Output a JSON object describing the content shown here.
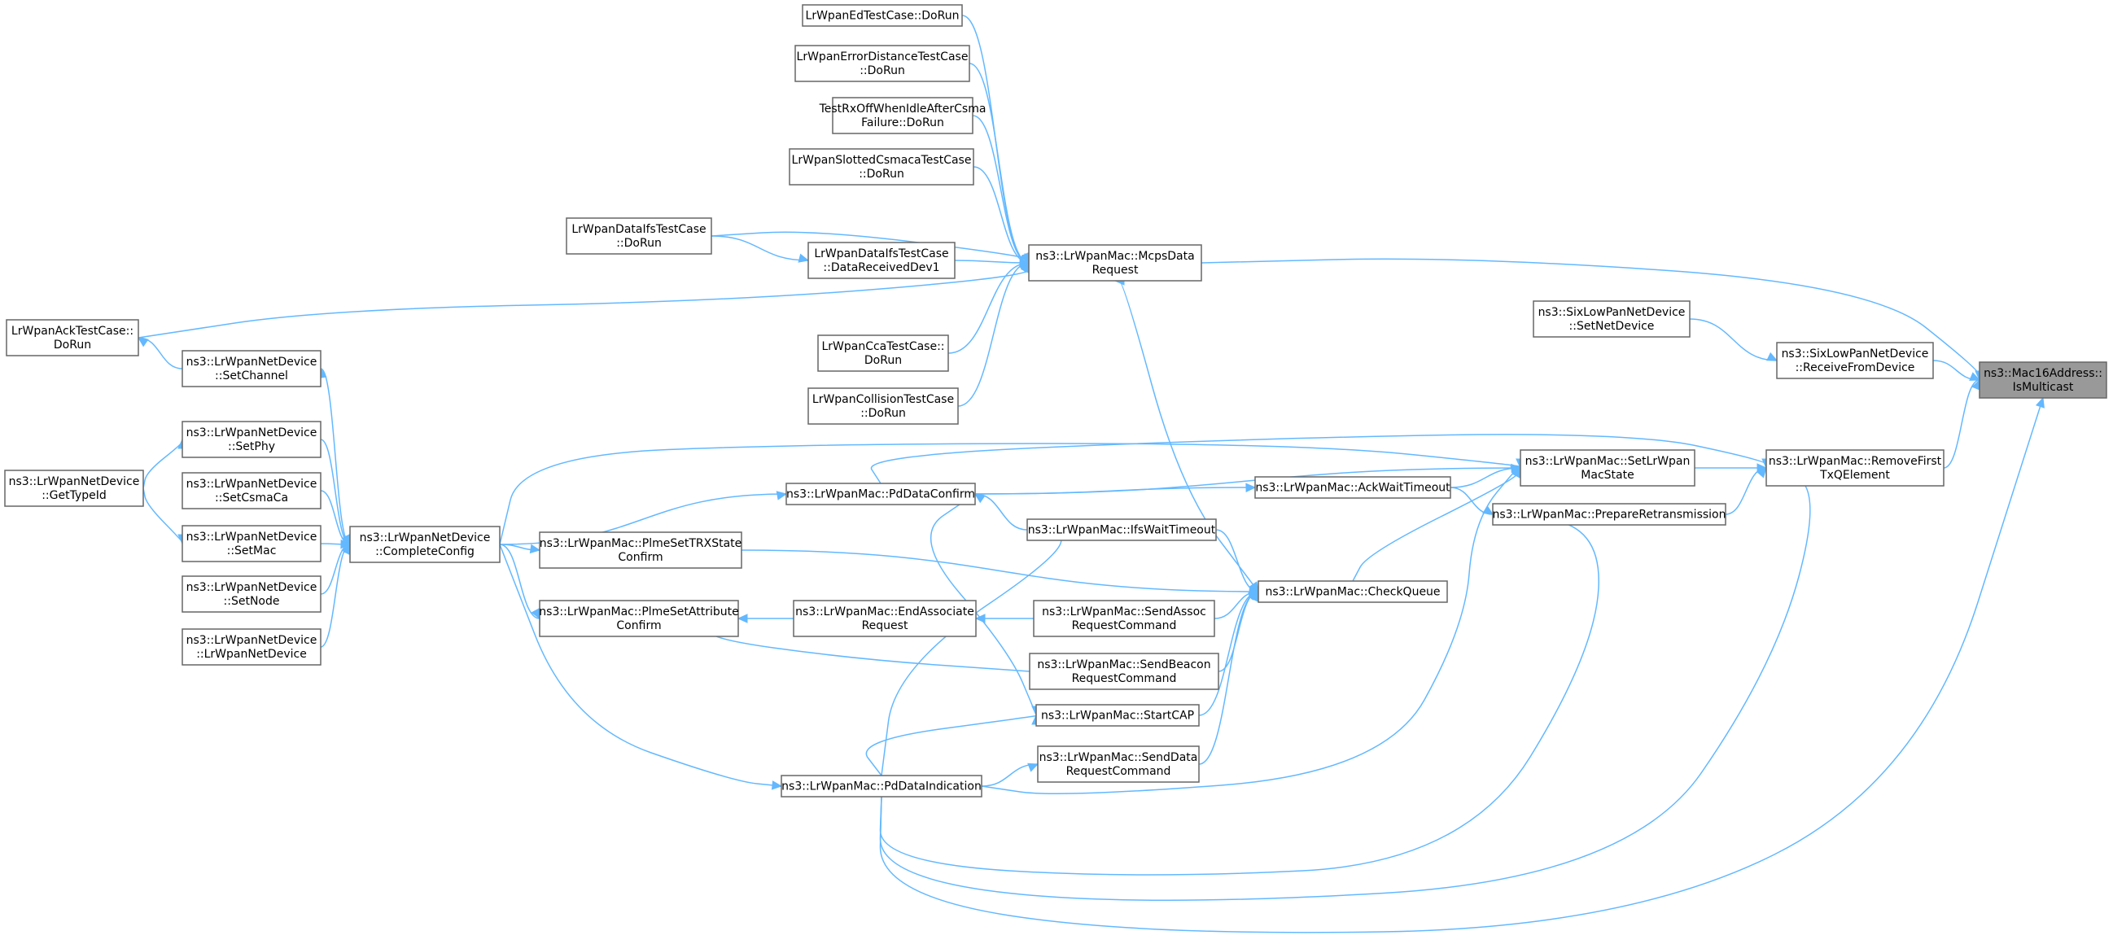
{
  "diagram": {
    "nodes": [
      {
        "id": "ismulticast",
        "lines": [
          "ns3::Mac16Address::",
          "IsMulticast"
        ],
        "highlight": true
      },
      {
        "id": "mcpsdatarequest",
        "lines": [
          "ns3::LrWpanMac::McpsData",
          "Request"
        ]
      },
      {
        "id": "receivefromdevice",
        "lines": [
          "ns3::SixLowPanNetDevice",
          "::ReceiveFromDevice"
        ]
      },
      {
        "id": "removefirst",
        "lines": [
          "ns3::LrWpanMac::RemoveFirst",
          "TxQElement"
        ]
      },
      {
        "id": "pddataindication",
        "lines": [
          "ns3::LrWpanMac::PdDataIndication"
        ]
      },
      {
        "id": "edtest",
        "lines": [
          "LrWpanEdTestCase::DoRun"
        ]
      },
      {
        "id": "errdist",
        "lines": [
          "LrWpanErrorDistanceTestCase",
          "::DoRun"
        ]
      },
      {
        "id": "rxoff",
        "lines": [
          "TestRxOffWhenIdleAfterCsma",
          "Failure::DoRun"
        ]
      },
      {
        "id": "slotted",
        "lines": [
          "LrWpanSlottedCsmacaTestCase",
          "::DoRun"
        ]
      },
      {
        "id": "dataifsrun",
        "lines": [
          "LrWpanDataIfsTestCase",
          "::DoRun"
        ]
      },
      {
        "id": "datarecv",
        "lines": [
          "LrWpanDataIfsTestCase",
          "::DataReceivedDev1"
        ]
      },
      {
        "id": "acktest",
        "lines": [
          "LrWpanAckTestCase::",
          "DoRun"
        ]
      },
      {
        "id": "ccatest",
        "lines": [
          "LrWpanCcaTestCase::",
          "DoRun"
        ]
      },
      {
        "id": "collision",
        "lines": [
          "LrWpanCollisionTestCase",
          "::DoRun"
        ]
      },
      {
        "id": "checkqueue",
        "lines": [
          "ns3::LrWpanMac::CheckQueue"
        ]
      },
      {
        "id": "setnetdevice",
        "lines": [
          "ns3::SixLowPanNetDevice",
          "::SetNetDevice"
        ]
      },
      {
        "id": "setlrwpanstate",
        "lines": [
          "ns3::LrWpanMac::SetLrWpan",
          "MacState"
        ]
      },
      {
        "id": "prepareretx",
        "lines": [
          "ns3::LrWpanMac::PrepareRetransmission"
        ]
      },
      {
        "id": "setchannel",
        "lines": [
          "ns3::LrWpanNetDevice",
          "::SetChannel"
        ]
      },
      {
        "id": "completeconfig",
        "lines": [
          "ns3::LrWpanNetDevice",
          "::CompleteConfig"
        ]
      },
      {
        "id": "setphy",
        "lines": [
          "ns3::LrWpanNetDevice",
          "::SetPhy"
        ]
      },
      {
        "id": "gettypeid",
        "lines": [
          "ns3::LrWpanNetDevice",
          "::GetTypeId"
        ]
      },
      {
        "id": "setcsmaca",
        "lines": [
          "ns3::LrWpanNetDevice",
          "::SetCsmaCa"
        ]
      },
      {
        "id": "setmac",
        "lines": [
          "ns3::LrWpanNetDevice",
          "::SetMac"
        ]
      },
      {
        "id": "setnode",
        "lines": [
          "ns3::LrWpanNetDevice",
          "::SetNode"
        ]
      },
      {
        "id": "lrwpannetdevice",
        "lines": [
          "ns3::LrWpanNetDevice",
          "::LrWpanNetDevice"
        ]
      },
      {
        "id": "pddataconfirm",
        "lines": [
          "ns3::LrWpanMac::PdDataConfirm"
        ]
      },
      {
        "id": "ackwaittimeout",
        "lines": [
          "ns3::LrWpanMac::AckWaitTimeout"
        ]
      },
      {
        "id": "ifswaittimeout",
        "lines": [
          "ns3::LrWpanMac::IfsWaitTimeout"
        ]
      },
      {
        "id": "plmesettrx",
        "lines": [
          "ns3::LrWpanMac::PlmeSetTRXState",
          "Confirm"
        ]
      },
      {
        "id": "plmesetattr",
        "lines": [
          "ns3::LrWpanMac::PlmeSetAttribute",
          "Confirm"
        ]
      },
      {
        "id": "endassoc",
        "lines": [
          "ns3::LrWpanMac::EndAssociate",
          "Request"
        ]
      },
      {
        "id": "sendassoc",
        "lines": [
          "ns3::LrWpanMac::SendAssoc",
          "RequestCommand"
        ]
      },
      {
        "id": "sendbeacon",
        "lines": [
          "ns3::LrWpanMac::SendBeacon",
          "RequestCommand"
        ]
      },
      {
        "id": "startcap",
        "lines": [
          "ns3::LrWpanMac::StartCAP"
        ]
      },
      {
        "id": "senddatareq",
        "lines": [
          "ns3::LrWpanMac::SendData",
          "RequestCommand"
        ]
      }
    ],
    "edges": [
      [
        "mcpsdatarequest",
        "ismulticast"
      ],
      [
        "receivefromdevice",
        "ismulticast"
      ],
      [
        "removefirst",
        "ismulticast"
      ],
      [
        "pddataindication",
        "ismulticast"
      ],
      [
        "edtest",
        "mcpsdatarequest"
      ],
      [
        "errdist",
        "mcpsdatarequest"
      ],
      [
        "rxoff",
        "mcpsdatarequest"
      ],
      [
        "slotted",
        "mcpsdatarequest"
      ],
      [
        "dataifsrun",
        "mcpsdatarequest"
      ],
      [
        "datarecv",
        "mcpsdatarequest"
      ],
      [
        "acktest",
        "mcpsdatarequest"
      ],
      [
        "ccatest",
        "mcpsdatarequest"
      ],
      [
        "collision",
        "mcpsdatarequest"
      ],
      [
        "checkqueue",
        "mcpsdatarequest"
      ],
      [
        "dataifsrun",
        "datarecv"
      ],
      [
        "setchannel",
        "acktest"
      ],
      [
        "setnetdevice",
        "receivefromdevice"
      ],
      [
        "setlrwpanstate",
        "removefirst"
      ],
      [
        "prepareretx",
        "removefirst"
      ],
      [
        "pddataconfirm",
        "removefirst"
      ],
      [
        "pddataindication",
        "removefirst"
      ],
      [
        "completeconfig",
        "setchannel"
      ],
      [
        "completeconfig",
        "setlrwpanstate"
      ],
      [
        "pddataconfirm",
        "setlrwpanstate"
      ],
      [
        "ackwaittimeout",
        "setlrwpanstate"
      ],
      [
        "checkqueue",
        "setlrwpanstate"
      ],
      [
        "pddataindication",
        "setlrwpanstate"
      ],
      [
        "ackwaittimeout",
        "prepareretx"
      ],
      [
        "pddataindication",
        "prepareretx"
      ],
      [
        "setphy",
        "completeconfig"
      ],
      [
        "setcsmaca",
        "completeconfig"
      ],
      [
        "setmac",
        "completeconfig"
      ],
      [
        "setnode",
        "completeconfig"
      ],
      [
        "lrwpannetdevice",
        "completeconfig"
      ],
      [
        "gettypeid",
        "setphy"
      ],
      [
        "gettypeid",
        "setmac"
      ],
      [
        "completeconfig",
        "pddataconfirm"
      ],
      [
        "pddataconfirm",
        "ackwaittimeout"
      ],
      [
        "ifswaittimeout",
        "pddataconfirm"
      ],
      [
        "completeconfig",
        "plmesettrx"
      ],
      [
        "completeconfig",
        "plmesetattr"
      ],
      [
        "completeconfig",
        "pddataindication"
      ],
      [
        "ifswaittimeout",
        "checkqueue"
      ],
      [
        "plmesettrx",
        "checkqueue"
      ],
      [
        "sendassoc",
        "checkqueue"
      ],
      [
        "sendbeacon",
        "checkqueue"
      ],
      [
        "startcap",
        "checkqueue"
      ],
      [
        "senddatareq",
        "checkqueue"
      ],
      [
        "pddataindication",
        "ifswaittimeout"
      ],
      [
        "endassoc",
        "plmesetattr"
      ],
      [
        "sendbeacon",
        "plmesetattr"
      ],
      [
        "sendassoc",
        "endassoc"
      ],
      [
        "pddataconfirm",
        "startcap"
      ],
      [
        "pddataindication",
        "startcap"
      ],
      [
        "pddataindication",
        "senddatareq"
      ]
    ]
  }
}
